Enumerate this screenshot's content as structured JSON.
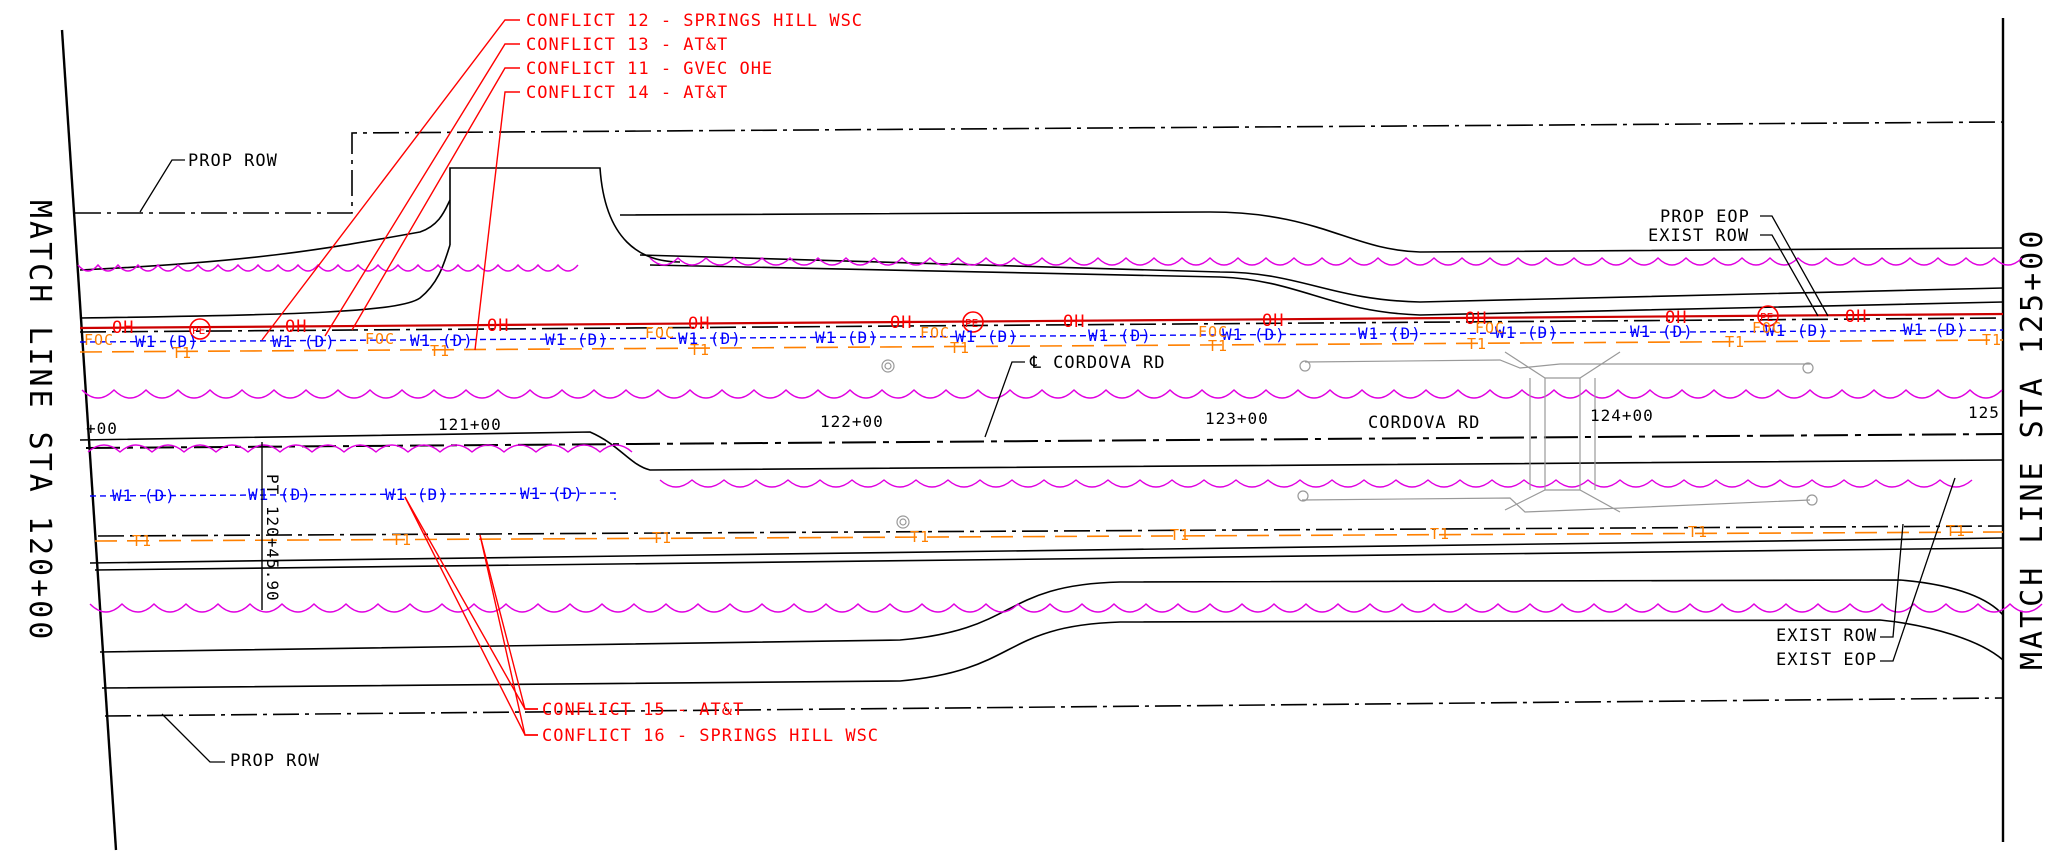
{
  "match_lines": {
    "left": "MATCH LINE STA 120+00",
    "right": "MATCH LINE STA 125+00"
  },
  "conflicts_top": [
    "CONFLICT 12 - SPRINGS HILL WSC",
    "CONFLICT 13 - AT&T",
    "CONFLICT 11 - GVEC OHE",
    "CONFLICT 14 - AT&T"
  ],
  "conflicts_bottom": [
    "CONFLICT 15 - AT&T",
    "CONFLICT 16 - SPRINGS HILL WSC"
  ],
  "callouts": {
    "prop_row_top": "PROP ROW",
    "prop_row_bottom": "PROP ROW",
    "prop_eop": "PROP EOP",
    "exist_row_top": "EXIST ROW",
    "exist_row_bottom": "EXIST ROW",
    "exist_eop": "EXIST EOP",
    "centerline": "℄ CORDOVA RD",
    "road_name": "CORDOVA RD",
    "pt_station": "PT 120+45.90"
  },
  "stations": [
    "+00",
    "121+00",
    "122+00",
    "123+00",
    "124+00",
    "125"
  ],
  "utility_labels": {
    "overhead": "OH",
    "water": "W1 (D)",
    "telephone": "T1",
    "fiber": "FOC",
    "pole": "PE"
  },
  "colors": {
    "conflict": "#ff0000",
    "water": "#0000ff",
    "telephone": "#ff8000",
    "vegetation": "#e000e0",
    "linework": "#000000"
  }
}
